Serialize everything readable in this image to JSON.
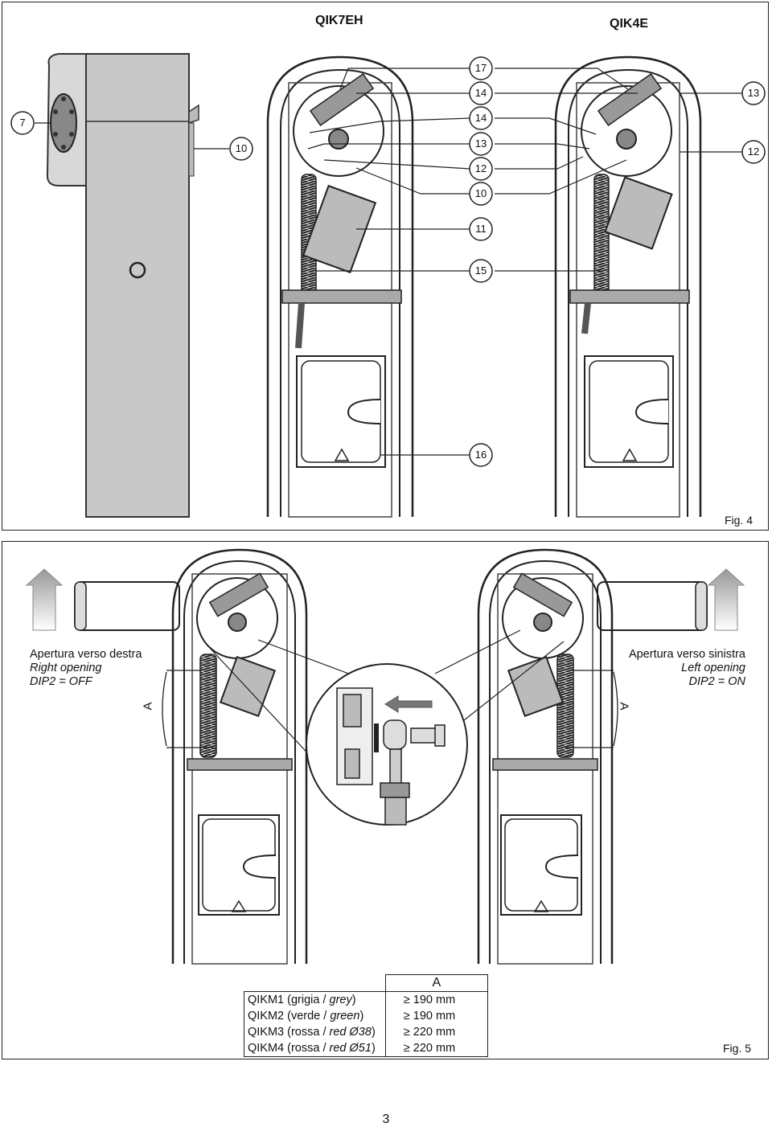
{
  "fig4": {
    "caption": "Fig. 4",
    "model_left": "QIK7EH",
    "model_right": "QIK4E",
    "callouts_left": [
      "7",
      "10"
    ],
    "callouts_center": [
      "17",
      "14",
      "14",
      "13",
      "12",
      "10",
      "11",
      "15",
      "16"
    ],
    "callouts_right": [
      "13",
      "12"
    ]
  },
  "fig5": {
    "caption": "Fig. 5",
    "left": {
      "line1": "Apertura verso destra",
      "line2": "Right opening",
      "line3": "DIP2 = OFF"
    },
    "right": {
      "line1": "Apertura verso sinistra",
      "line2": "Left opening",
      "line3": "DIP2 = ON"
    },
    "dimension_label": "A",
    "table": {
      "header": "A",
      "rows": [
        {
          "name_pre": "QIKM1 (grigia / ",
          "name_it": "grey",
          "name_post": ")",
          "value": "≥ 190 mm"
        },
        {
          "name_pre": "QIKM2 (verde / ",
          "name_it": "green",
          "name_post": ")",
          "value": "≥ 190 mm"
        },
        {
          "name_pre": "QIKM3 (rossa / ",
          "name_it": "red Ø38",
          "name_post": ")",
          "value": "≥ 220 mm"
        },
        {
          "name_pre": "QIKM4 (rossa / ",
          "name_it": "red Ø51",
          "name_post": ")",
          "value": "≥ 220 mm"
        }
      ]
    }
  },
  "page_number": "3"
}
